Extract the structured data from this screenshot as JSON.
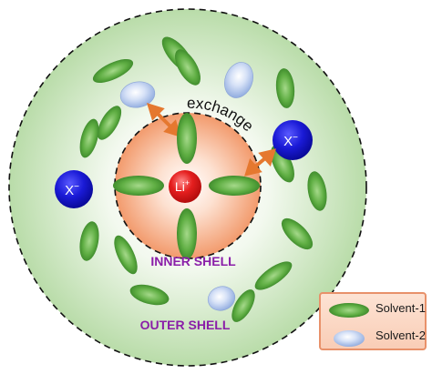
{
  "labels": {
    "exchange": "exchange",
    "inner_shell": "INNER SHELL",
    "outer_shell": "OUTER SHELL",
    "center_ion": "Li",
    "center_ion_charge": "+",
    "anion_left": "X",
    "anion_right": "X",
    "anion_charge": "−"
  },
  "legend": {
    "items": [
      {
        "label": "Solvent-1",
        "icon": "green-ellipse"
      },
      {
        "label": "Solvent-2",
        "icon": "blue-ellipse"
      }
    ]
  },
  "colors": {
    "solvent_1": "#4f9a3a",
    "solvent_2": "#a9bfe8",
    "li_ion": "#e31b1b",
    "anion": "#1515c8",
    "shell_text": "#8a1ea8",
    "exchange_arrow": "#e5782f",
    "inner_shell_fill": "#f9b48f",
    "outer_shell_fill": "#cfe6c2"
  }
}
